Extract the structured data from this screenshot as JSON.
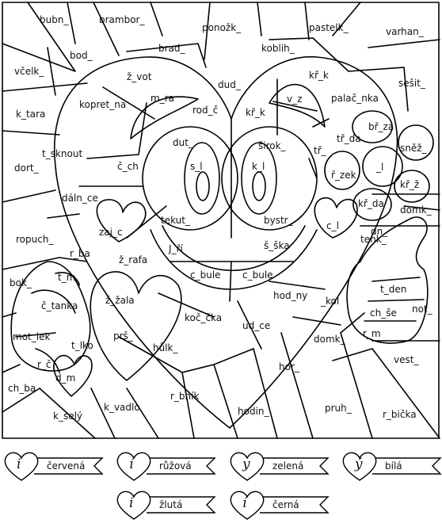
{
  "colors": {
    "ink": "#000000",
    "paper": "#ffffff"
  },
  "legend": [
    {
      "letter": "i",
      "color_name": "červená"
    },
    {
      "letter": "í",
      "color_name": "růžová"
    },
    {
      "letter": "y",
      "color_name": "zelená"
    },
    {
      "letter": "ý",
      "color_name": "bílá"
    },
    {
      "letter": "i",
      "color_name": "žlutá"
    },
    {
      "letter": "í",
      "color_name": "černá"
    }
  ],
  "regions": [
    "bubn_",
    "brambor_",
    "ponožk_",
    "pastelk_",
    "varhan_",
    "bod_",
    "brad_",
    "koblih_",
    "včelk_",
    "ž_vot",
    "dud_",
    "kř_k",
    "sešit_",
    "k_tara",
    "kopret_na",
    "m_ra",
    "rod_č",
    "kř_k",
    "v_z",
    "palač_nka",
    "tř_da",
    "bř_za",
    "sněž_",
    "t_sknout",
    "dut_",
    "širok_",
    "tř_",
    "dort_",
    "č_ch",
    "s_l",
    "k_l",
    "ř_zek",
    "_l",
    "kř_ž",
    "dáln_ce",
    "tekut_",
    "bystr_",
    "kř_da",
    "domk_",
    "ropuch_",
    "zaj_c",
    "c_l",
    "dn_",
    "r_ba",
    "ž_rafa",
    "J_ří",
    "š_ška",
    "tenk_",
    "bok_",
    "t_m",
    "c_bule",
    "c_bule",
    "t_den",
    "č_tanka",
    "ž_žala",
    "hod_ny",
    "_kol",
    "not_",
    "ch_še",
    "mot_lek",
    "koč_čka",
    "ud_ce",
    "t_lko",
    "prš_",
    "r_m",
    "domk_",
    "hůlk_",
    "r_č",
    "d_m",
    "vest_",
    "ch_ba",
    "hor_",
    "r_bník",
    "k_selý",
    "k_vadlo",
    "pruh_",
    "hodin_",
    "r_bička"
  ]
}
